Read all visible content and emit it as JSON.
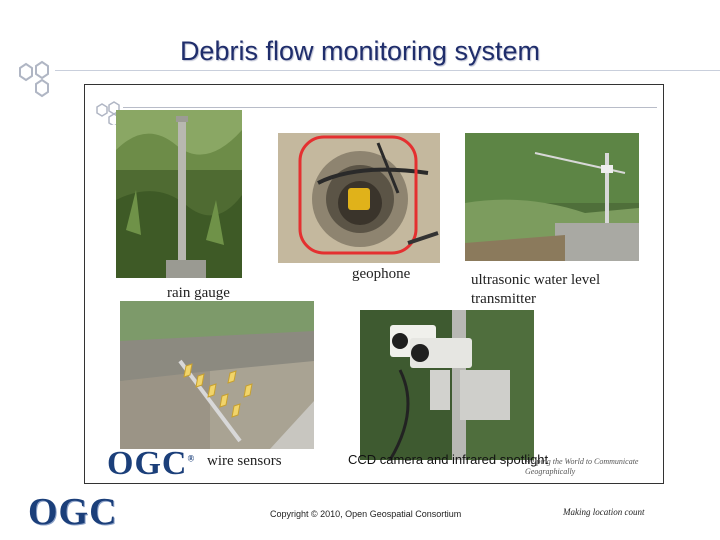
{
  "slide": {
    "title": "Debris flow monitoring system",
    "footer": {
      "logo_text": "OGC",
      "copyright": "Copyright © 2010, Open Geospatial Consortium",
      "motto": "Making location count"
    }
  },
  "figure": {
    "captions": {
      "rain_gauge": "rain gauge",
      "geophone": "geophone",
      "ultrasonic": "ultrasonic water level transmitter",
      "wire_sensors": "wire sensors",
      "ccd_camera": "CCD camera and infrared spotlight"
    },
    "logo_text": "OGC",
    "logo_mark": "®",
    "tagline": "Helping the World to Communicate Geographically"
  }
}
